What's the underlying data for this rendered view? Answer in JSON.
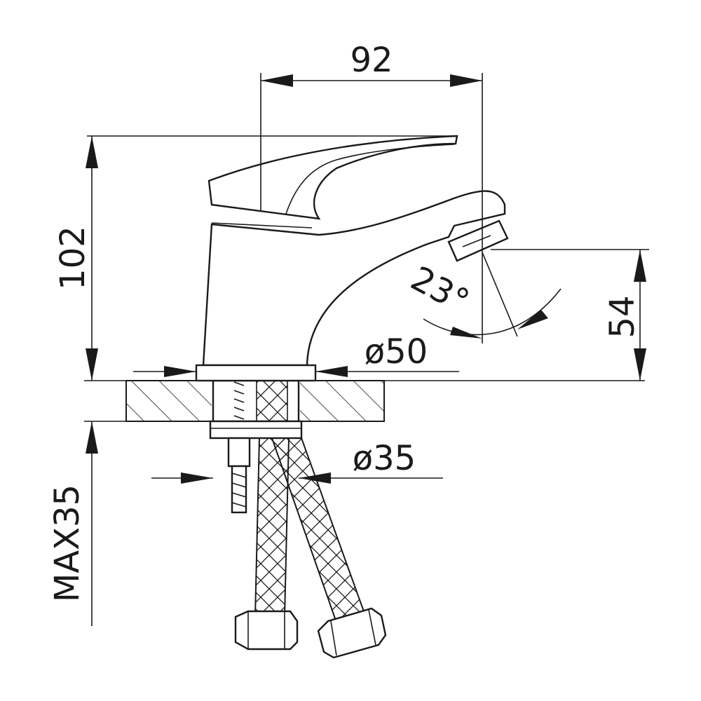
{
  "dimensions": {
    "width_label": "92",
    "height_label": "102",
    "spout_height_label": "54",
    "base_diameter_label": "ø50",
    "hole_diameter_label": "ø35",
    "max_thickness_label": "MAX35",
    "angle_label": "23°"
  },
  "colors": {
    "line": "#1a1a1a",
    "background": "#ffffff"
  }
}
